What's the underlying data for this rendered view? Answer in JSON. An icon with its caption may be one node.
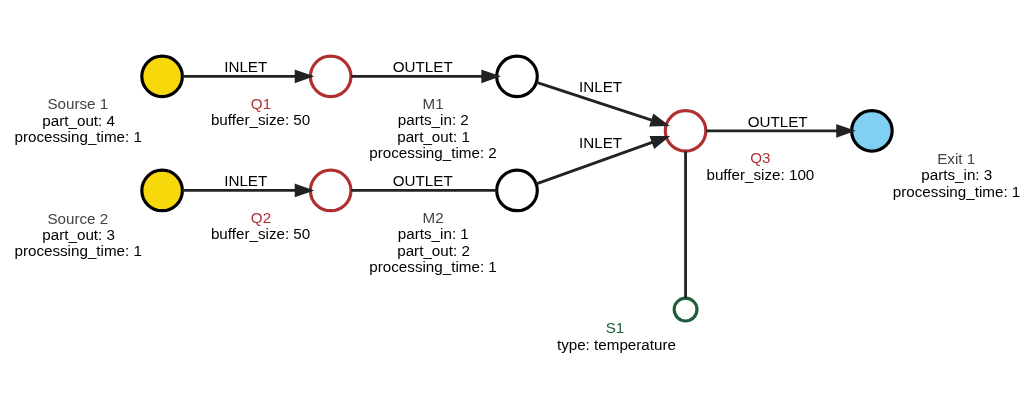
{
  "diagram": {
    "nodes": [
      {
        "text": [
          "Sourse 1"
        ],
        "beside": [
          "part_out: 4",
          "processing_time: 1"
        ]
      },
      {
        "text": [
          "Q1"
        ],
        "beside": [
          "buffer_size: 50"
        ]
      },
      {
        "text": [
          "M1"
        ],
        "beside": [
          "parts_in: 2",
          "part_out: 1",
          "processing_time: 2"
        ]
      },
      {
        "text": [
          "Source 2"
        ],
        "beside": [
          "part_out: 3",
          "processing_time: 1"
        ]
      },
      {
        "text": [
          "Q2"
        ],
        "beside": [
          "buffer_size: 50"
        ]
      },
      {
        "text": [
          "M2"
        ],
        "beside": [
          "parts_in: 1",
          "part_out: 2",
          "processing_time: 1"
        ]
      },
      {
        "text": [
          "Q3"
        ],
        "beside": [
          "buffer_size: 100"
        ]
      },
      {
        "text": [
          "Exit 1"
        ],
        "beside": [
          "parts_in: 3",
          "processing_time: 1"
        ]
      },
      {
        "text": [
          "S1"
        ],
        "beside": [
          "type: temperature"
        ]
      }
    ],
    "edges": [
      {
        "from": 0,
        "to": 1,
        "arrow": "to",
        "label": "INLET"
      },
      {
        "from": 1,
        "to": 2,
        "arrow": "to",
        "label": "OUTLET"
      },
      {
        "from": 3,
        "to": 4,
        "arrow": "to",
        "label": "INLET"
      },
      {
        "from": 4,
        "to": 5,
        "arrow": "none",
        "label": "OUTLET"
      },
      {
        "from": 2,
        "to": 6,
        "arrow": "to",
        "label": "INLET"
      },
      {
        "from": 5,
        "to": 6,
        "arrow": "to",
        "label": "INLET"
      },
      {
        "from": 6,
        "to": 7,
        "arrow": "to",
        "label": "OUTLET"
      },
      {
        "from": 6,
        "to": 8,
        "arrow": "none"
      }
    ]
  }
}
